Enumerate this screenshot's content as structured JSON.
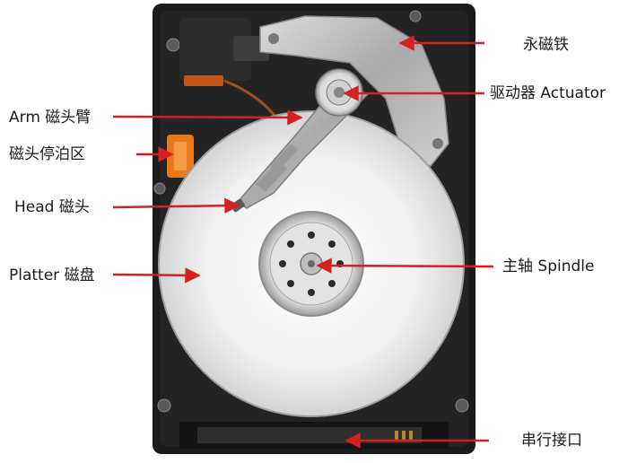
{
  "labels": {
    "magnet": "永磁铁",
    "actuator": "驱动器 Actuator",
    "arm": "Arm 磁头臂",
    "parking": "磁头停泊区",
    "head": "Head 磁头",
    "platter": "Platter 磁盘",
    "spindle": "主轴 Spindle",
    "interface": "串行接口"
  },
  "colors": {
    "arrow": "#d42020",
    "case": "#1b1b1b",
    "platter": "#ececec",
    "metal": "#b9b9b9",
    "parking_clip": "#e8791c"
  }
}
